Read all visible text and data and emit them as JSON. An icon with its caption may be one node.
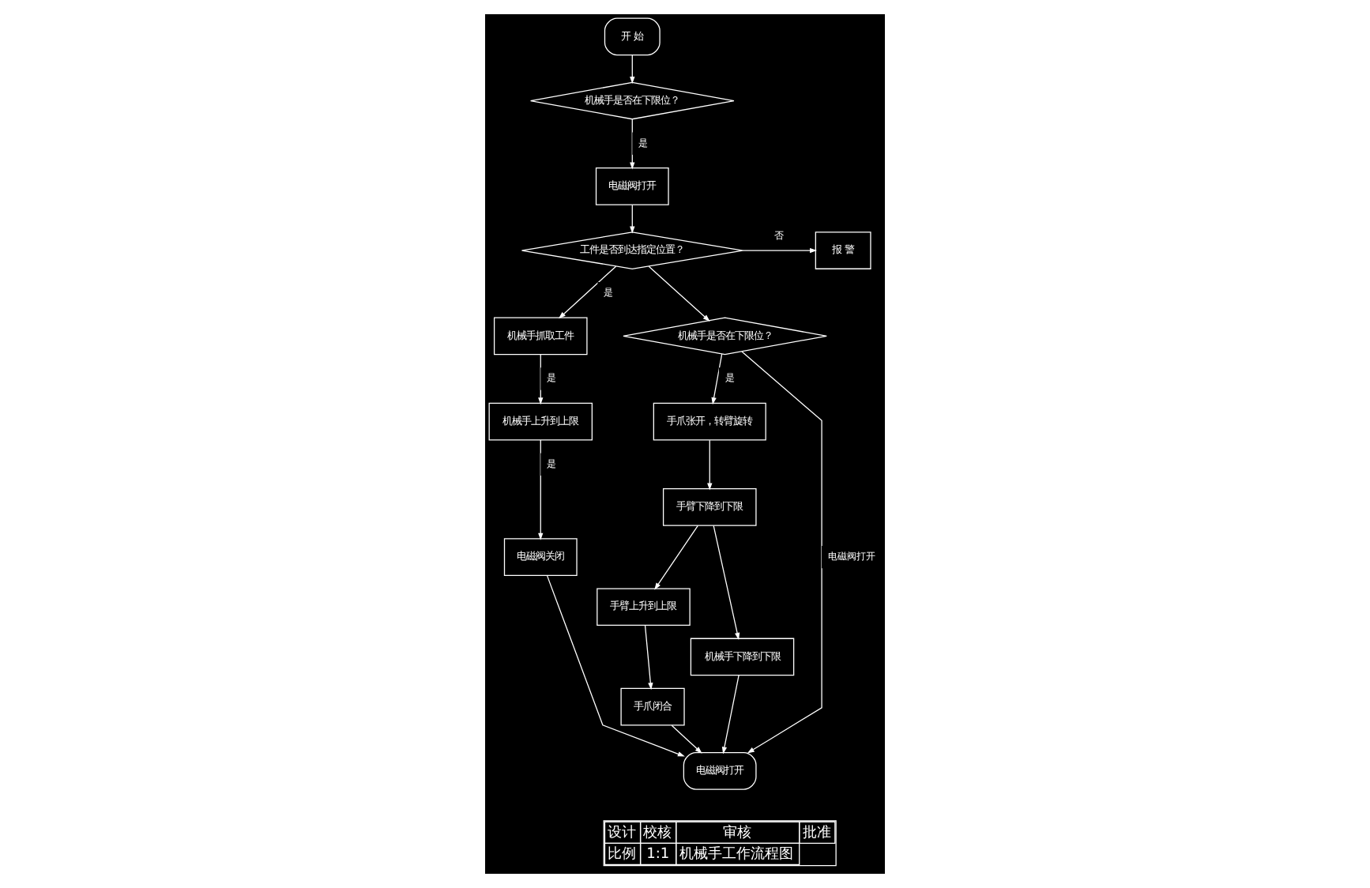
{
  "diagram": {
    "nodes": [
      {
        "text": [
          "开 始"
        ]
      },
      {
        "text": [
          "机械手是否在下限位？"
        ]
      },
      {
        "text": [
          "电磁阀打开"
        ]
      },
      {
        "text": [
          "工件是否到达指定位置？"
        ]
      },
      {
        "text": [
          "报 警"
        ]
      },
      {
        "text": [
          "机械手抓取工件"
        ]
      },
      {
        "text": [
          "机械手上升到上限"
        ]
      },
      {
        "text": [
          "电磁阀关闭"
        ]
      },
      {
        "text": [
          "机械手是否在下限位？"
        ]
      },
      {
        "text": [
          "手爪张开，转臂旋转"
        ]
      },
      {
        "text": [
          "手臂下降到下限"
        ]
      },
      {
        "text": [
          "手臂上升到上限"
        ]
      },
      {
        "text": [
          "手爪闭合"
        ]
      },
      {
        "text": [
          "机械手下降到下限"
        ]
      },
      {
        "text": [
          "电磁阀打开"
        ]
      }
    ],
    "edges": [
      {
        "from": 0,
        "to": 1,
        "arrow": "to"
      },
      {
        "from": 1,
        "to": 2,
        "arrow": "to",
        "label": "是"
      },
      {
        "from": 2,
        "to": 3,
        "arrow": "to"
      },
      {
        "from": 3,
        "to": 4,
        "arrow": "to",
        "label": "否"
      },
      {
        "from": 3,
        "to": 5,
        "arrow": "to",
        "label": "是"
      },
      {
        "from": 3,
        "to": 8,
        "arrow": "to"
      },
      {
        "from": 5,
        "to": 6,
        "arrow": "to",
        "label": "是"
      },
      {
        "from": 6,
        "to": 7,
        "arrow": "to",
        "label": "是"
      },
      {
        "from": 8,
        "to": 9,
        "arrow": "to",
        "label": "是"
      },
      {
        "from": 8,
        "to": 14,
        "arrow": "to",
        "label": "电磁阀打开"
      },
      {
        "from": 9,
        "to": 10,
        "arrow": "to"
      },
      {
        "from": 10,
        "to": 11,
        "arrow": "to"
      },
      {
        "from": 10,
        "to": 13,
        "arrow": "to"
      },
      {
        "from": 11,
        "to": 12,
        "arrow": "to"
      },
      {
        "from": 7,
        "to": 14,
        "arrow": "to"
      },
      {
        "from": 12,
        "to": 14,
        "arrow": "to"
      },
      {
        "from": 13,
        "to": 14,
        "arrow": "to"
      }
    ],
    "labels": [
      "设计",
      "校核",
      "审核",
      "批准",
      "比例",
      "1:1",
      "机械手工作流程图"
    ]
  }
}
